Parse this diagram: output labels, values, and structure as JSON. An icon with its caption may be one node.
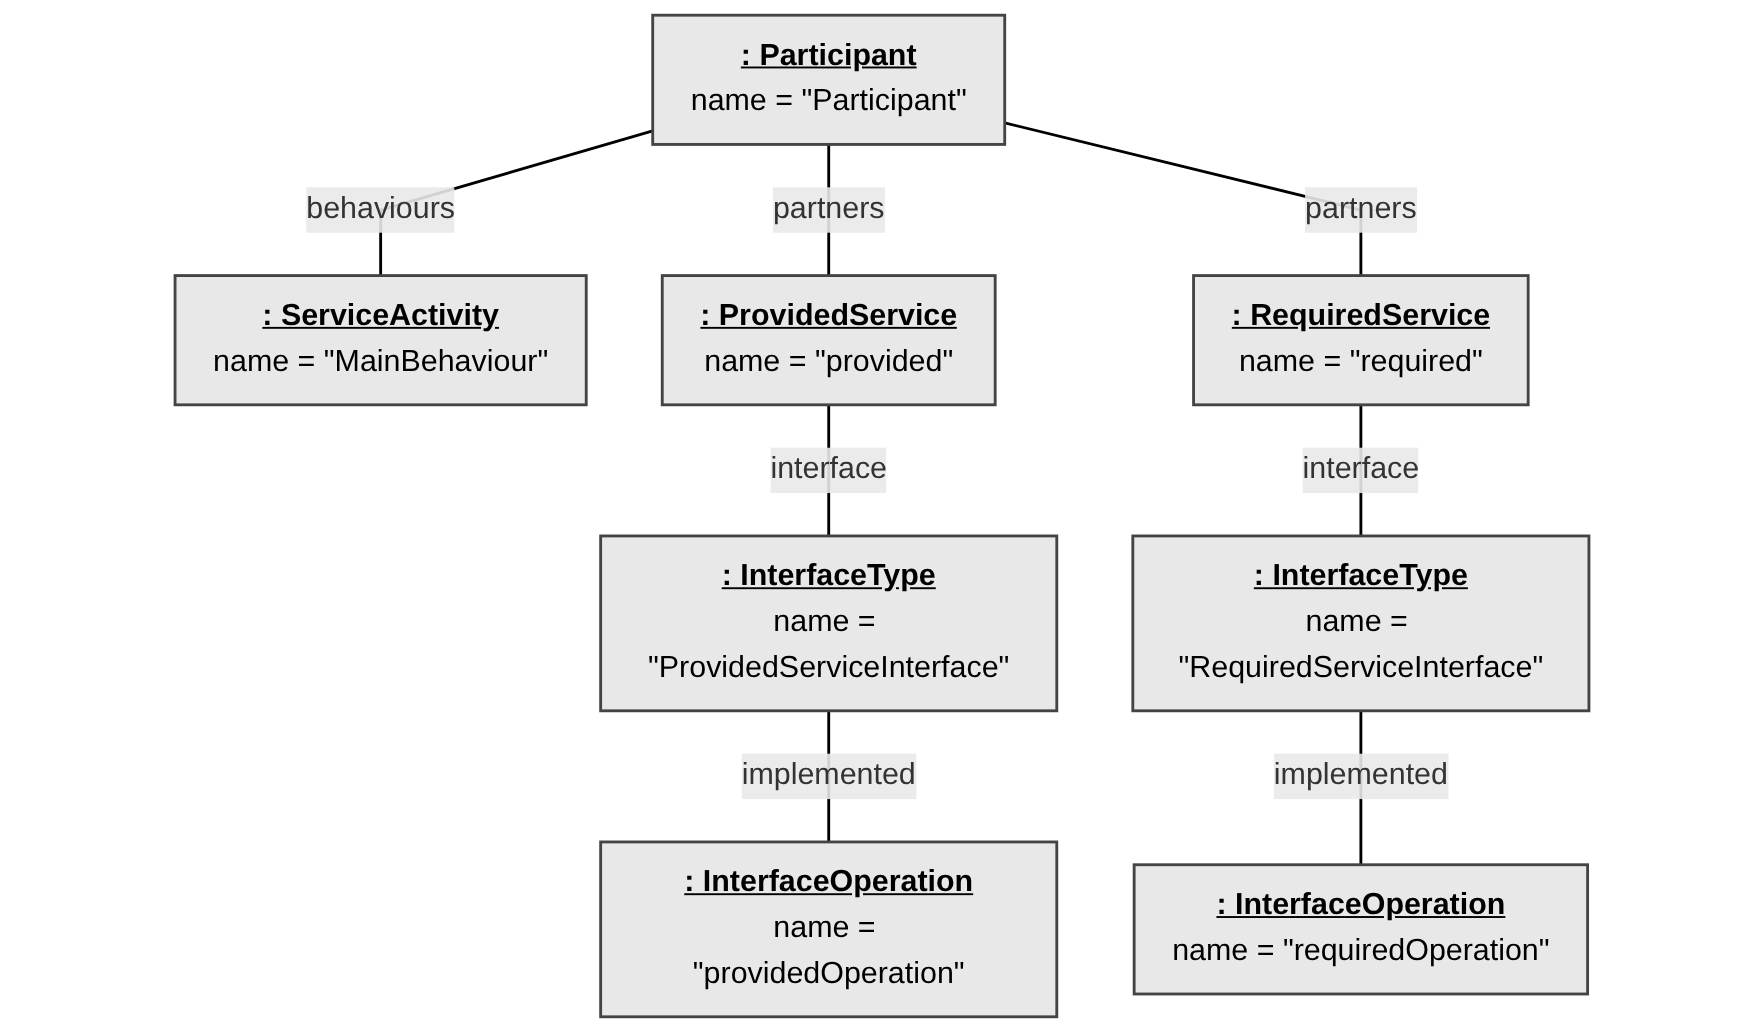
{
  "diagram": {
    "nodes": [
      {
        "text": [
          ": Participant",
          "name = \"Participant\""
        ]
      },
      {
        "text": [
          ": ServiceActivity",
          "name = \"MainBehaviour\""
        ]
      },
      {
        "text": [
          ": ProvidedService",
          "name = \"provided\""
        ]
      },
      {
        "text": [
          ": RequiredService",
          "name = \"required\""
        ]
      },
      {
        "text": [
          ": InterfaceType",
          "name = \"ProvidedServiceInterface\""
        ]
      },
      {
        "text": [
          ": InterfaceType",
          "name = \"RequiredServiceInterface\""
        ]
      },
      {
        "text": [
          ": InterfaceOperation",
          "name = \"providedOperation\""
        ]
      },
      {
        "text": [
          ": InterfaceOperation",
          "name = \"requiredOperation\""
        ]
      }
    ],
    "edges": [
      {
        "from": 0,
        "to": 1,
        "arrow": "none",
        "label": "behaviours"
      },
      {
        "from": 0,
        "to": 2,
        "arrow": "none",
        "label": "partners"
      },
      {
        "from": 0,
        "to": 3,
        "arrow": "none",
        "label": "partners"
      },
      {
        "from": 2,
        "to": 4,
        "arrow": "none",
        "label": "interface"
      },
      {
        "from": 3,
        "to": 5,
        "arrow": "none",
        "label": "interface"
      },
      {
        "from": 4,
        "to": 6,
        "arrow": "none",
        "label": "implemented"
      },
      {
        "from": 5,
        "to": 7,
        "arrow": "none",
        "label": "implemented"
      }
    ]
  }
}
